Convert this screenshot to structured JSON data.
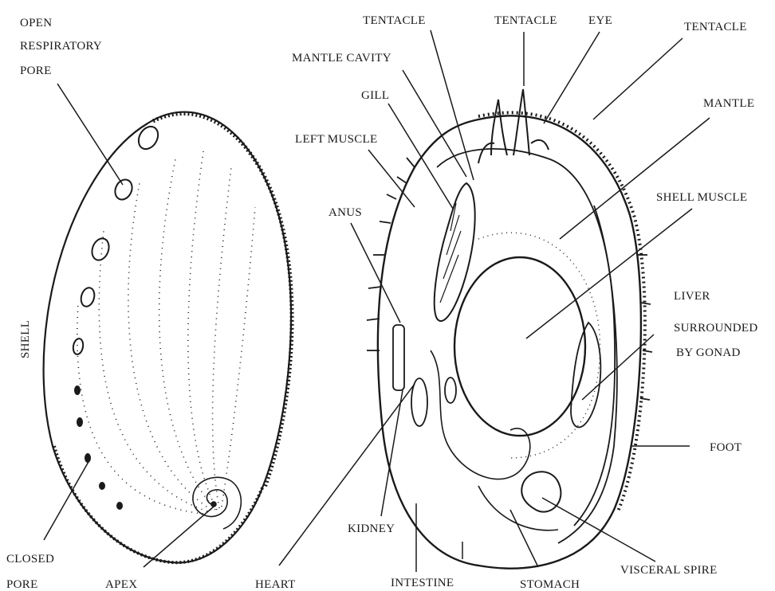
{
  "labels": {
    "open_respiratory_pore": [
      "OPEN",
      "RESPIRATORY",
      "PORE"
    ],
    "shell": "SHELL",
    "closed_pore": [
      "CLOSED",
      "PORE"
    ],
    "apex": "APEX",
    "heart": "HEART",
    "tentacle_left": "TENTACLE",
    "tentacle_middle": "TENTACLE",
    "eye": "EYE",
    "tentacle_right": "TENTACLE",
    "mantle_cavity": "MANTLE CAVITY",
    "gill": "GILL",
    "left_muscle": "LEFT MUSCLE",
    "anus": "ANUS",
    "mantle": "MANTLE",
    "shell_muscle": "SHELL MUSCLE",
    "liver_surrounded_by_gonad": [
      "LIVER",
      "SURROUNDED",
      "BY GONAD"
    ],
    "foot": "FOOT",
    "kidney": "KIDNEY",
    "intestine": "INTESTINE",
    "stomach": "STOMACH",
    "visceral_spire": "VISCERAL SPIRE"
  },
  "colors": {
    "ink": "#1a1a1a",
    "background": "#ffffff"
  }
}
